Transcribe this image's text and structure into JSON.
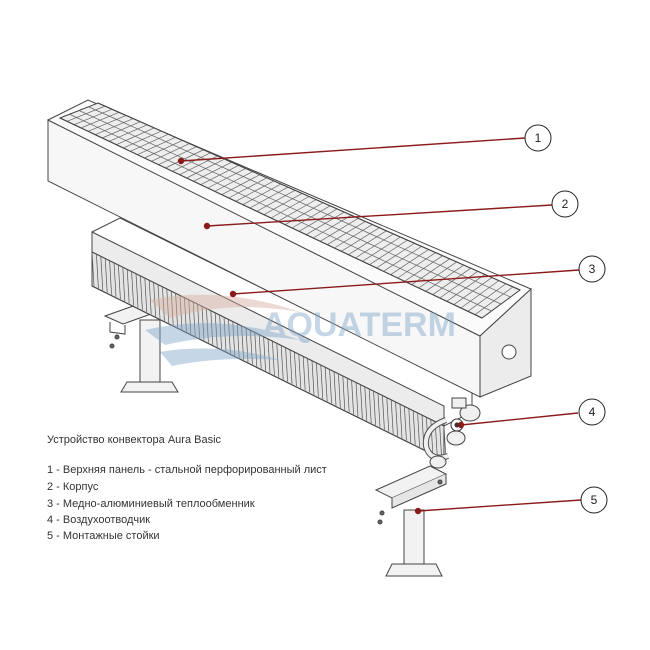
{
  "watermark": {
    "text": "AQUATERM",
    "color": "#7fa6c9"
  },
  "accent_color": "#8b1a1a",
  "callouts": [
    "1",
    "2",
    "3",
    "4",
    "5"
  ],
  "caption": {
    "title": "Устройство конвектора Aura Basic",
    "items": [
      "1 - Верхняя панель - стальной перфорированный лист",
      "2 - Корпус",
      "3 - Медно-алюминиевый теплообменник",
      "4 - Воздухоотводчик",
      "5 - Монтажные стойки"
    ]
  }
}
